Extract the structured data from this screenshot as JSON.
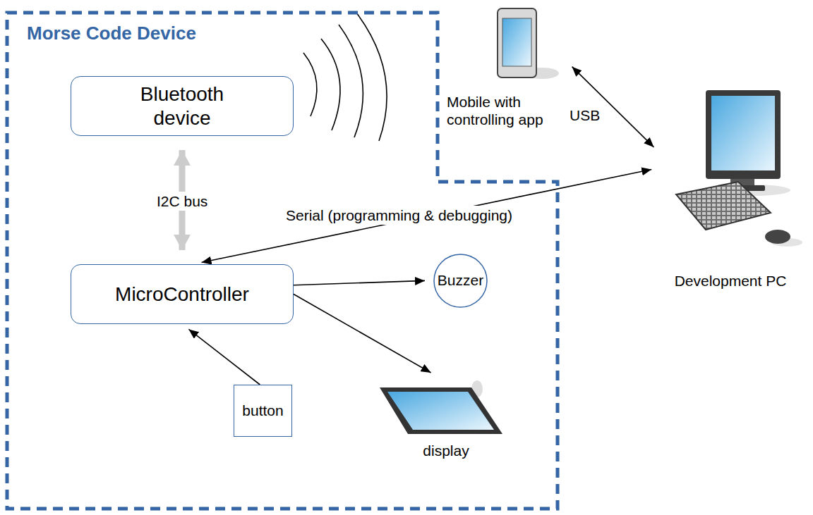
{
  "diagram": {
    "nodes": [
      {
        "text": [
          "Morse Code Device"
        ]
      },
      {
        "text": [
          "Bluetooth device"
        ],
        "in": 0
      },
      {
        "text": [
          "MicroController"
        ],
        "in": 0
      },
      {
        "text": [
          "Buzzer"
        ],
        "in": 0
      },
      {
        "text": [
          "button"
        ],
        "in": 0
      },
      {
        "text": [
          "display"
        ],
        "in": 0
      },
      {
        "text": [
          "Mobile with controlling app"
        ]
      },
      {
        "text": [
          "Development PC"
        ]
      }
    ],
    "edges": [
      {
        "from": 1,
        "to": 2,
        "label": "I2C bus",
        "arrow": "both"
      },
      {
        "from": 2,
        "to": 7,
        "label": "Serial (programming & debugging)",
        "arrow": "both"
      },
      {
        "from": 6,
        "to": 7,
        "label": "USB",
        "arrow": "both"
      },
      {
        "from": 2,
        "to": 3,
        "arrow": "to"
      },
      {
        "from": 2,
        "to": 5,
        "arrow": "to"
      },
      {
        "from": 4,
        "to": 2,
        "arrow": "to"
      }
    ]
  }
}
